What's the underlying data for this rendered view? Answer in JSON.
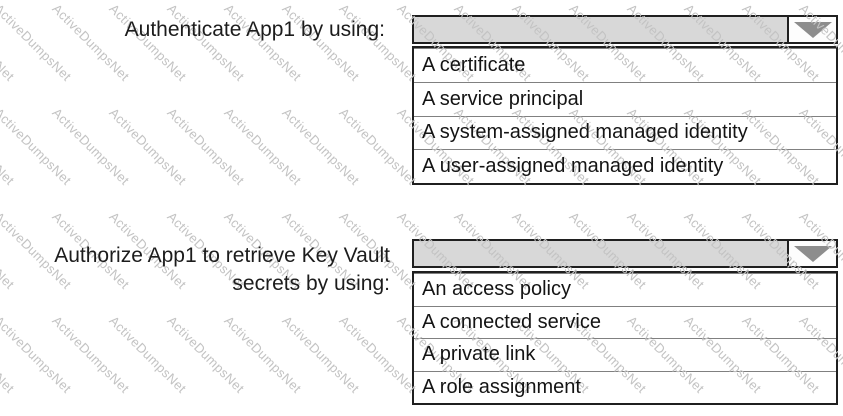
{
  "watermark": {
    "text": "ActiveDumpsNet",
    "color": "#c3c3c3"
  },
  "colors": {
    "border": "#1f1f1f",
    "header_fill": "#d8d8d8",
    "arrow": "#8d8d8d",
    "separator": "#808080"
  },
  "questions": [
    {
      "label_lines": [
        "Authenticate App1 by using:"
      ],
      "dropdown": {
        "selected_value": "",
        "options": [
          "A certificate",
          "A service principal",
          "A system-assigned managed identity",
          "A user-assigned managed identity"
        ]
      }
    },
    {
      "label_lines": [
        "Authorize App1 to retrieve Key Vault",
        "secrets by using:"
      ],
      "dropdown": {
        "selected_value": "",
        "options": [
          "An access policy",
          "A connected service",
          "A private link",
          "A role assignment"
        ]
      }
    }
  ]
}
